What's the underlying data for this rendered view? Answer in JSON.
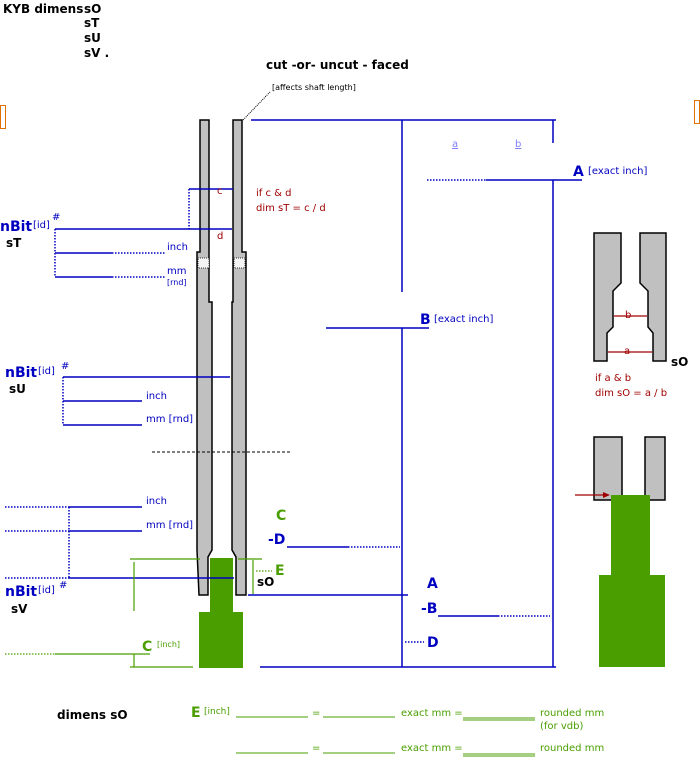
{
  "header": {
    "title": "KYB  dimens",
    "dims": [
      "sO",
      "sT",
      "sU",
      "sV ."
    ],
    "subtitle": "cut  -or-  uncut  - faced"
  },
  "notes": {
    "affects": "[affects shaft length]"
  },
  "labels": {
    "c": "c",
    "d": "d",
    "a": "a",
    "b": "b",
    "cd_rule": [
      "if c & d",
      "dim sT = c / d"
    ],
    "ab_rule": [
      "if a & b",
      "dim sO = a / b"
    ],
    "link_a": "a",
    "link_b": "b",
    "A": "A",
    "B": "B",
    "C": "C",
    "D": "D",
    "E": "E",
    "minus_D": "-D",
    "minus_B": "-B",
    "exact_inch": "[exact inch]",
    "inch_bracket": "[inch]",
    "sO": "sO"
  },
  "groups": [
    {
      "nbit": "nBit",
      "id": "[id]",
      "hash": "#",
      "dim": "sT",
      "inch": "inch",
      "mm": "mm",
      "rnd": "[rnd]"
    },
    {
      "nbit": "nBit",
      "id": "[id]",
      "hash": "#",
      "dim": "sU",
      "inch": "inch",
      "mm": "mm [rnd]"
    },
    {
      "nbit": "nBit",
      "id": "[id]",
      "hash": "#",
      "dim": "sV",
      "inch": "inch",
      "mm": "mm [rnd]"
    }
  ],
  "footer": {
    "title": "dimens sO",
    "E": "E",
    "inch": "[inch]",
    "eq": "=",
    "exact_mm": "exact mm  =",
    "rounded_mm": "rounded mm",
    "for_vdb": "(for vdb)"
  },
  "colors": {
    "blue": "#0000c0",
    "green": "#4a9e00",
    "red": "#a00000",
    "metal": "#c0c0c0"
  }
}
